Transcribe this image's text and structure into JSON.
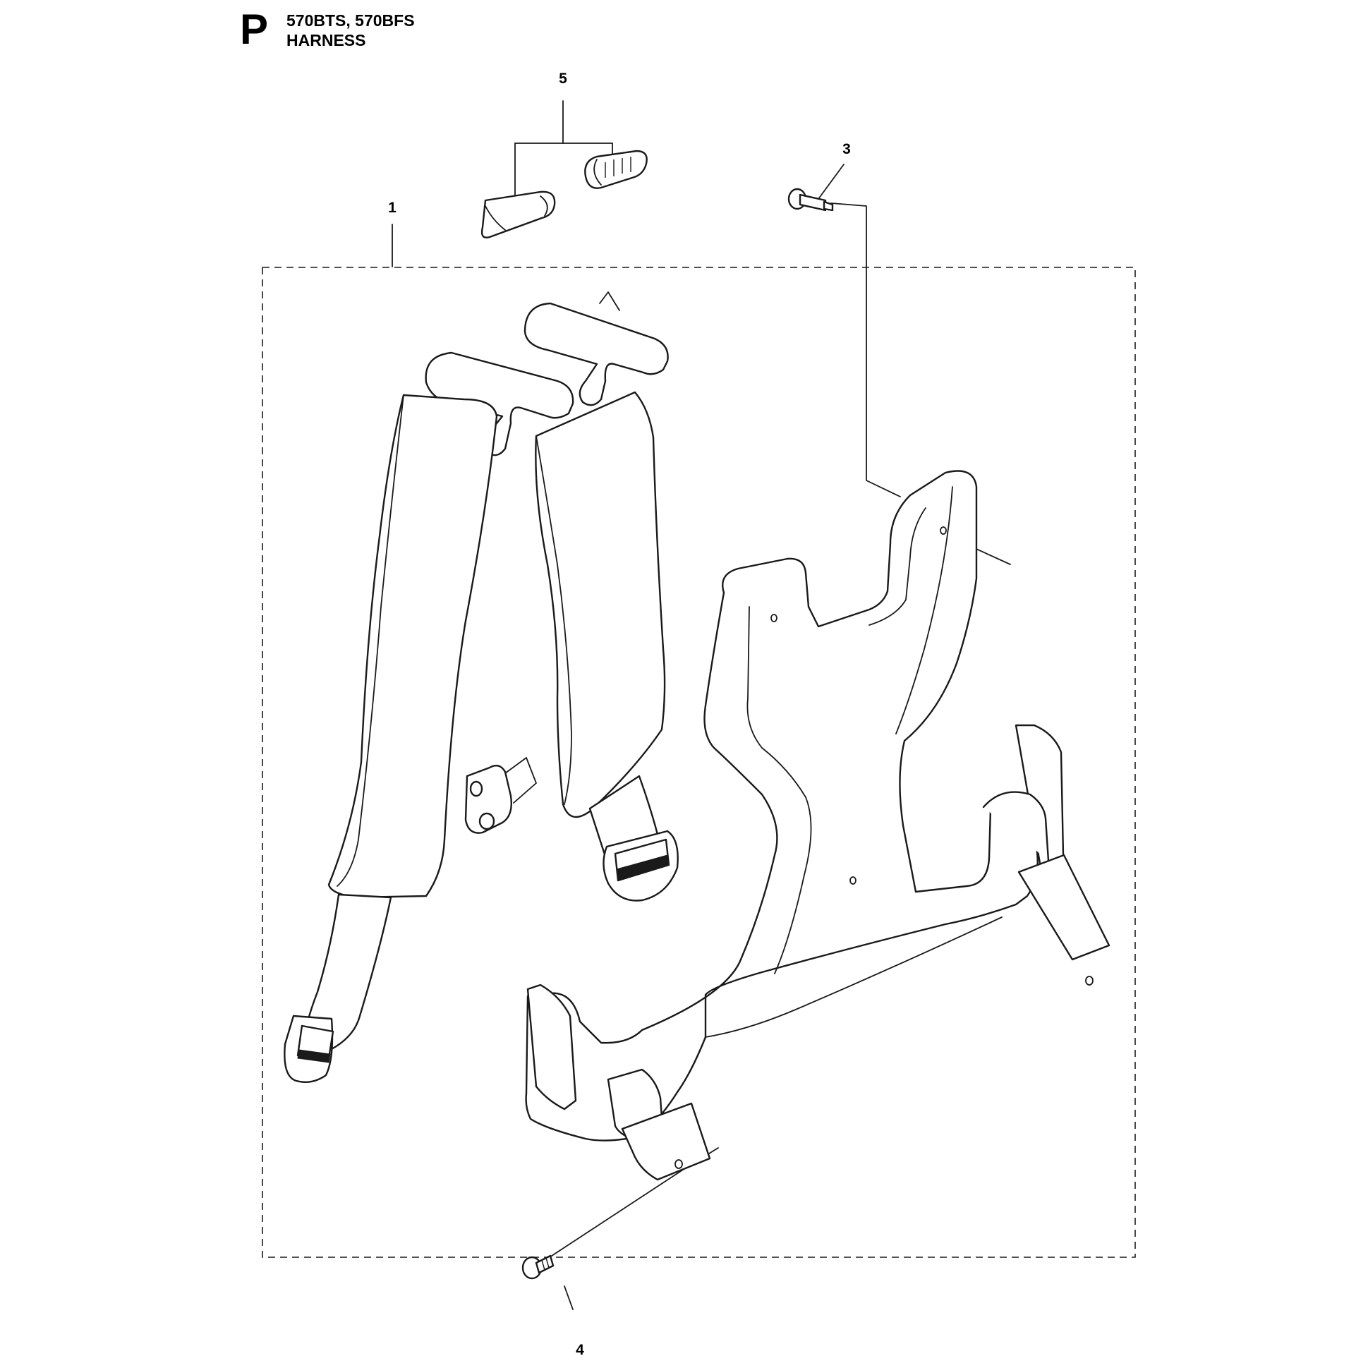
{
  "header": {
    "section_letter": "P",
    "models": "570BTS, 570BFS",
    "title": "HARNESS"
  },
  "callouts": {
    "item_1": "1",
    "item_3": "3",
    "item_4": "4",
    "item_5": "5"
  },
  "icons": {
    "harness_straps": "harness-straps-icon",
    "back_plate": "back-plate-icon",
    "strap_clip": "strap-clip-icon",
    "screw": "screw-icon"
  }
}
